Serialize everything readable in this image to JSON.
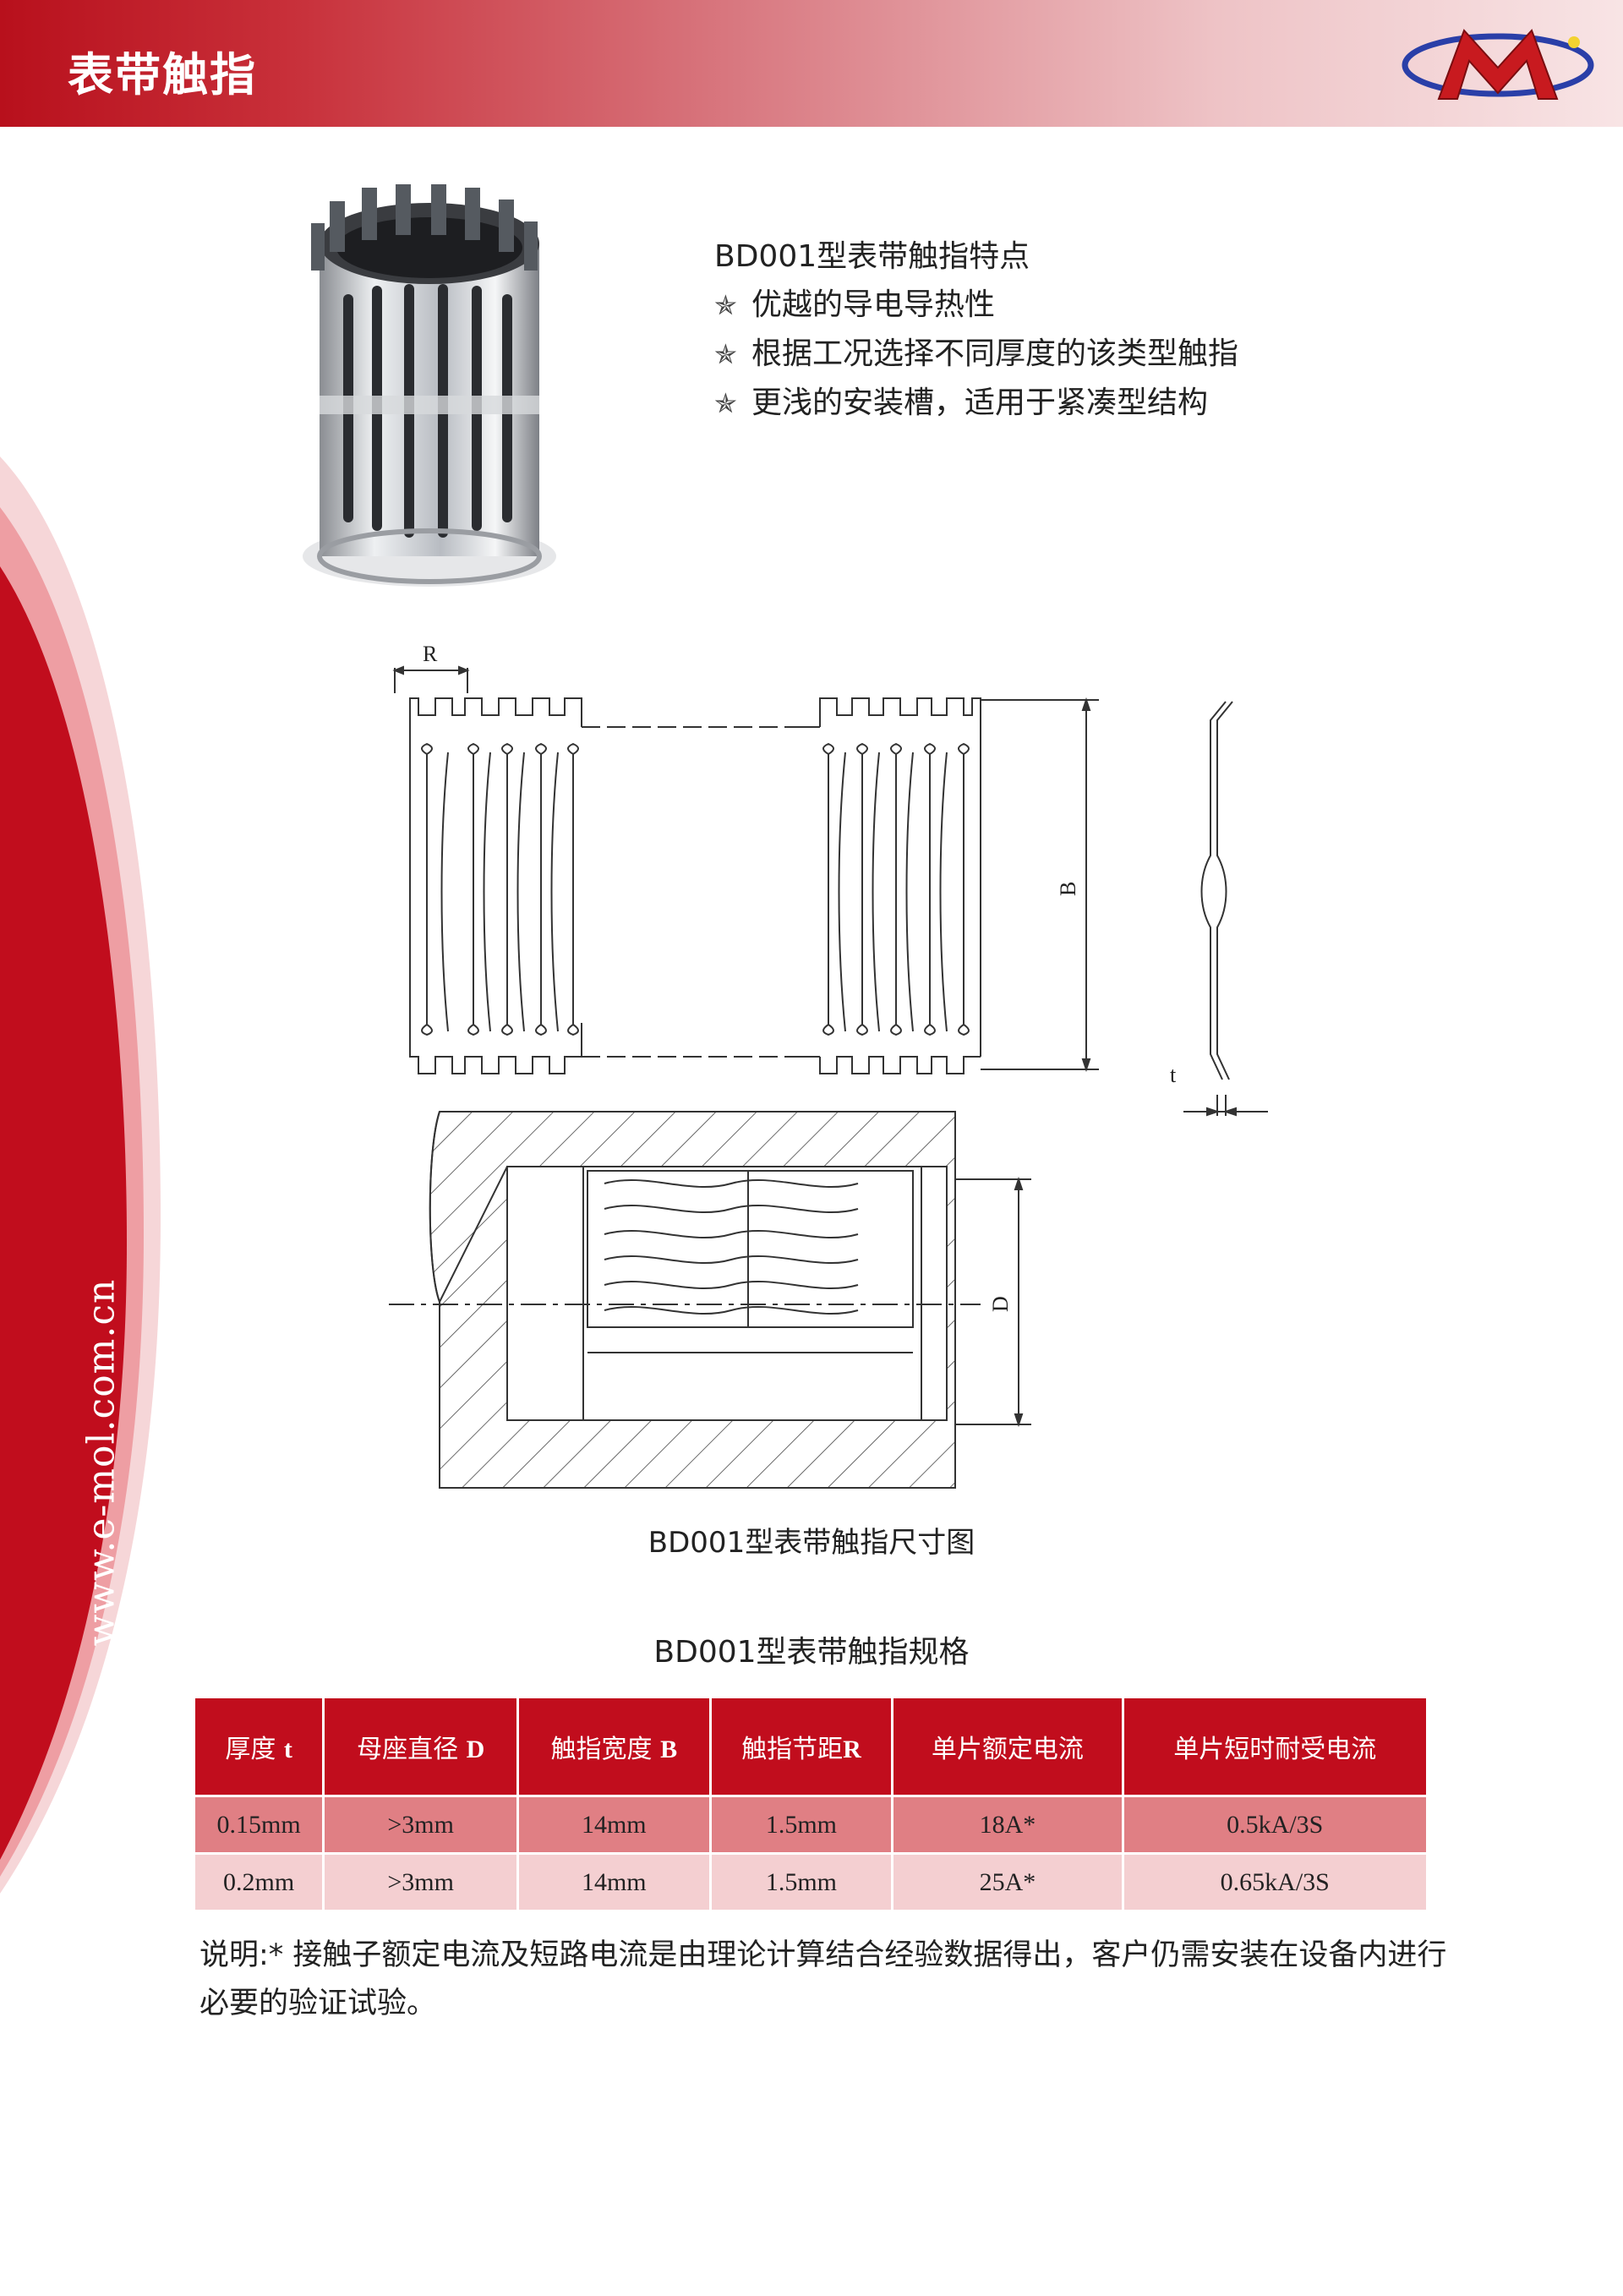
{
  "header": {
    "title": "表带触指"
  },
  "side": {
    "url": "www.e-mol.com.cn"
  },
  "features": {
    "title": "BD001型表带触指特点",
    "items": [
      "优越的导电导热性",
      "根据工况选择不同厚度的该类型触指",
      "更浅的安装槽，适用于紧凑型结构"
    ]
  },
  "drawing": {
    "label_r": "R",
    "label_b": "B",
    "label_t": "t",
    "label_d": "D",
    "caption": "BD001型表带触指尺寸图"
  },
  "spec": {
    "title": "BD001型表带触指规格",
    "columns": [
      {
        "text": "厚度",
        "var": "t"
      },
      {
        "text": "母座直径",
        "var": "D"
      },
      {
        "text": "触指宽度",
        "var": "B"
      },
      {
        "text": "触指节距",
        "var": "R"
      },
      {
        "text": "单片额定电流",
        "var": ""
      },
      {
        "text": "单片短时耐受电流",
        "var": ""
      }
    ],
    "rows": [
      [
        "0.15mm",
        ">3mm",
        "14mm",
        "1.5mm",
        "18A*",
        "0.5kA/3S"
      ],
      [
        "0.2mm",
        ">3mm",
        "14mm",
        "1.5mm",
        "25A*",
        "0.65kA/3S"
      ]
    ]
  },
  "note": "说明:* 接触子额定电流及短路电流是由理论计算结合经验数据得出，客户仍需安装在设备内进行必要的验证试验。",
  "colors": {
    "brand_red": "#c10d1d",
    "row1": "#e07f84",
    "row2": "#f4cfd1"
  },
  "icons": [
    "logo-m-icon",
    "star-icon"
  ]
}
